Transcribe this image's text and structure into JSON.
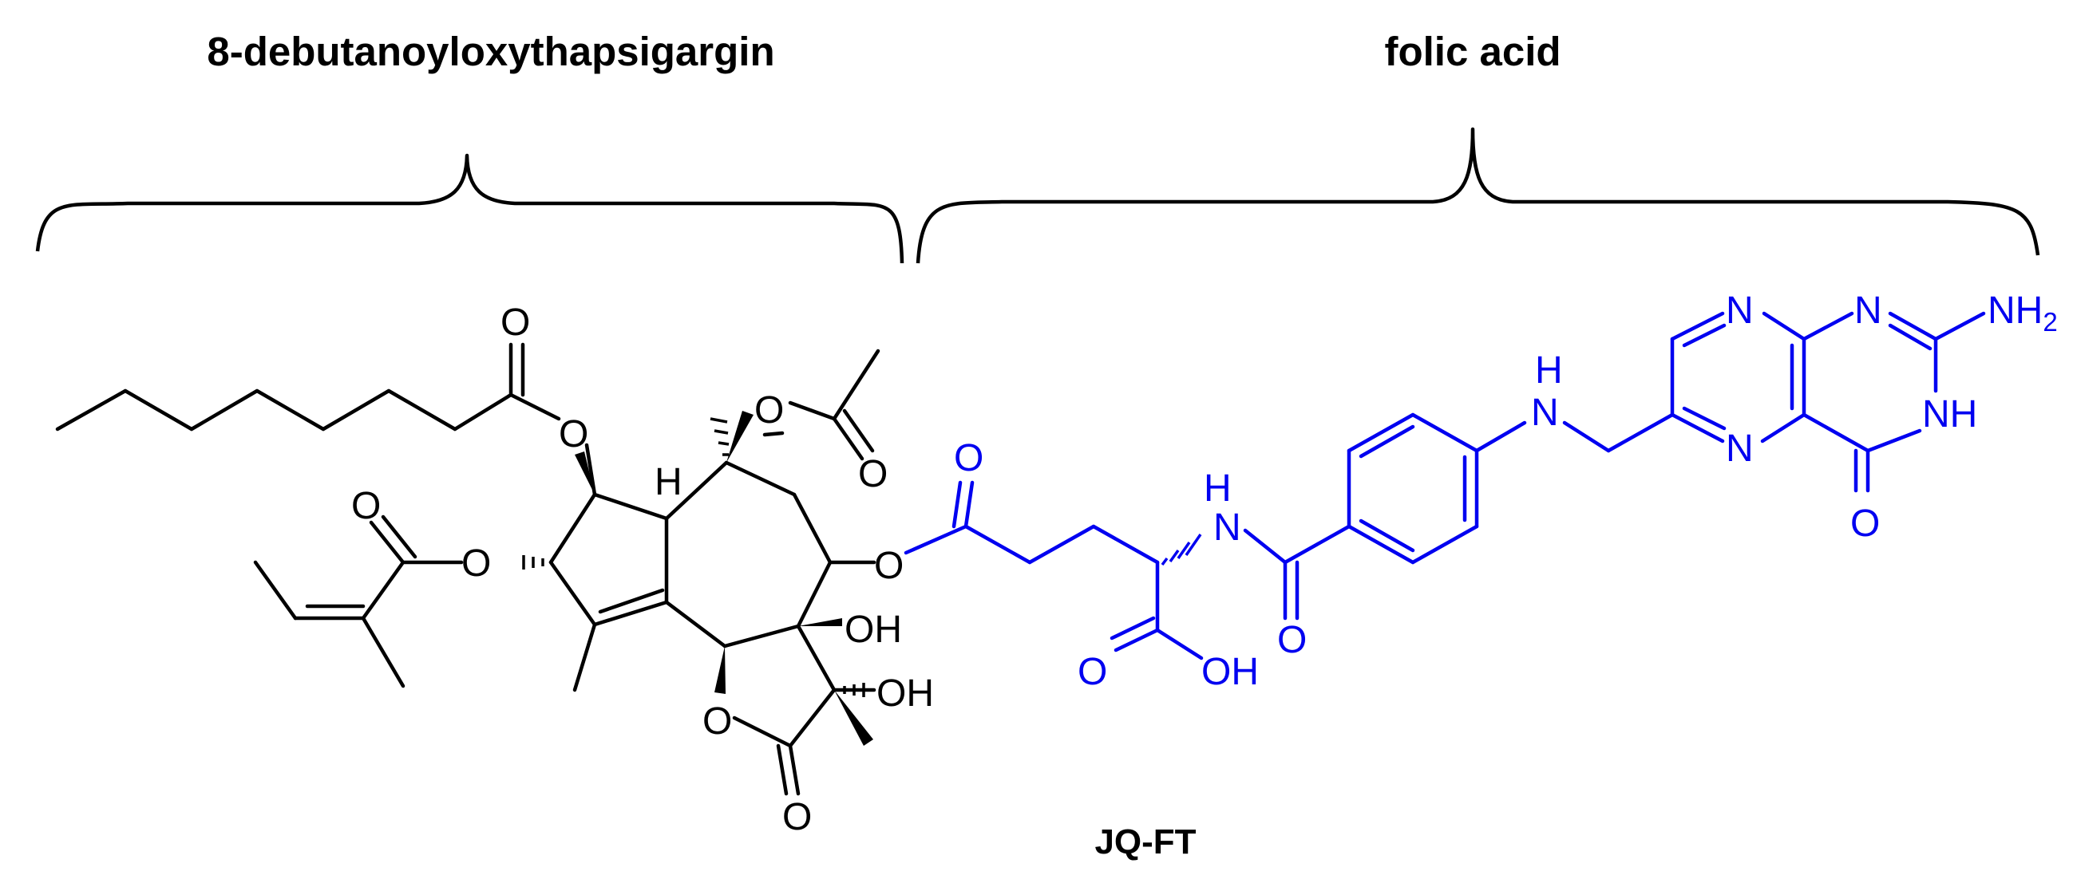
{
  "labels": {
    "left_fragment": "8-debutanoyloxythapsigargin",
    "right_fragment": "folic acid",
    "compound": "JQ-FT"
  },
  "atoms": {
    "o": "O",
    "oh": "OH",
    "h": "H",
    "n": "N",
    "nh": "NH",
    "nh2_main": "NH",
    "nh2_sub": "2"
  },
  "colors": {
    "thapsigargin_part": "#000000",
    "folate_part": "#0000f0"
  }
}
